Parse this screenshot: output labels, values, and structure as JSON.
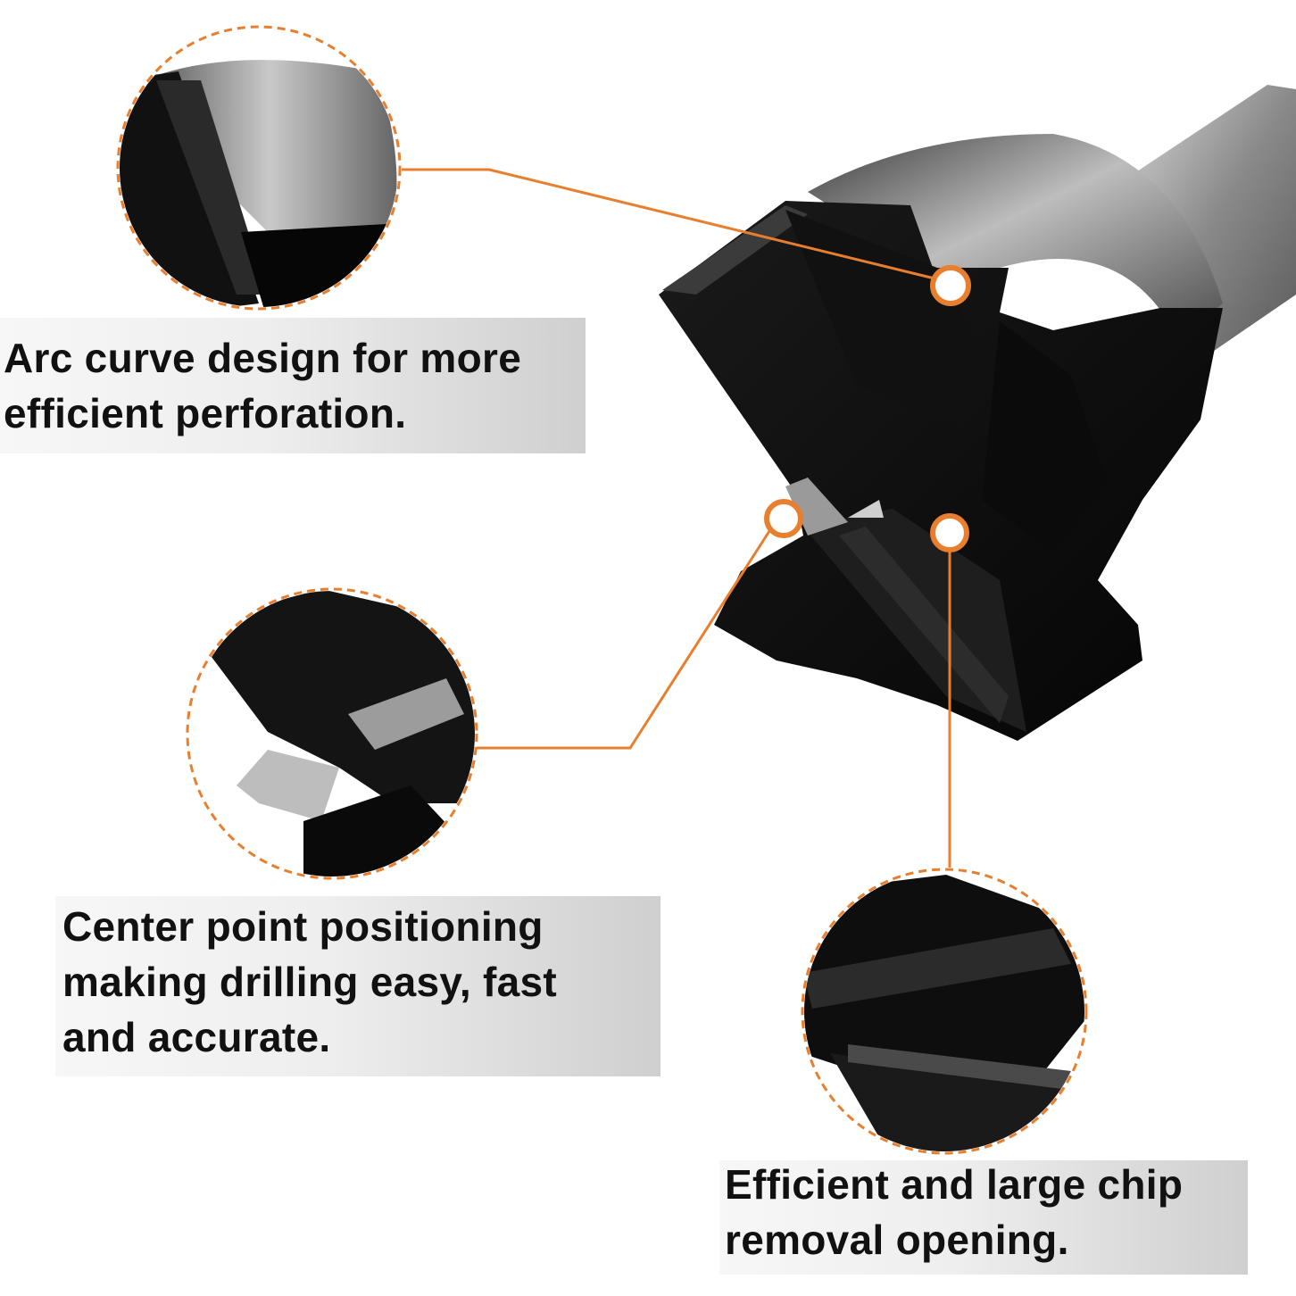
{
  "accent_color": "#e87f2e",
  "callouts": [
    {
      "id": "arc-curve",
      "line1": "Arc curve design for more",
      "line2": "efficient perforation.",
      "detail_icon": "arc-edge-closeup-icon"
    },
    {
      "id": "center-point",
      "line1": "Center point positioning",
      "line2": "making drilling easy, fast",
      "line3": "and accurate.",
      "detail_icon": "center-point-closeup-icon"
    },
    {
      "id": "chip-removal",
      "line1": "Efficient and large chip",
      "line2": "removal opening.",
      "detail_icon": "chip-opening-closeup-icon"
    }
  ],
  "product_image": "forstner-drill-bit-icon"
}
